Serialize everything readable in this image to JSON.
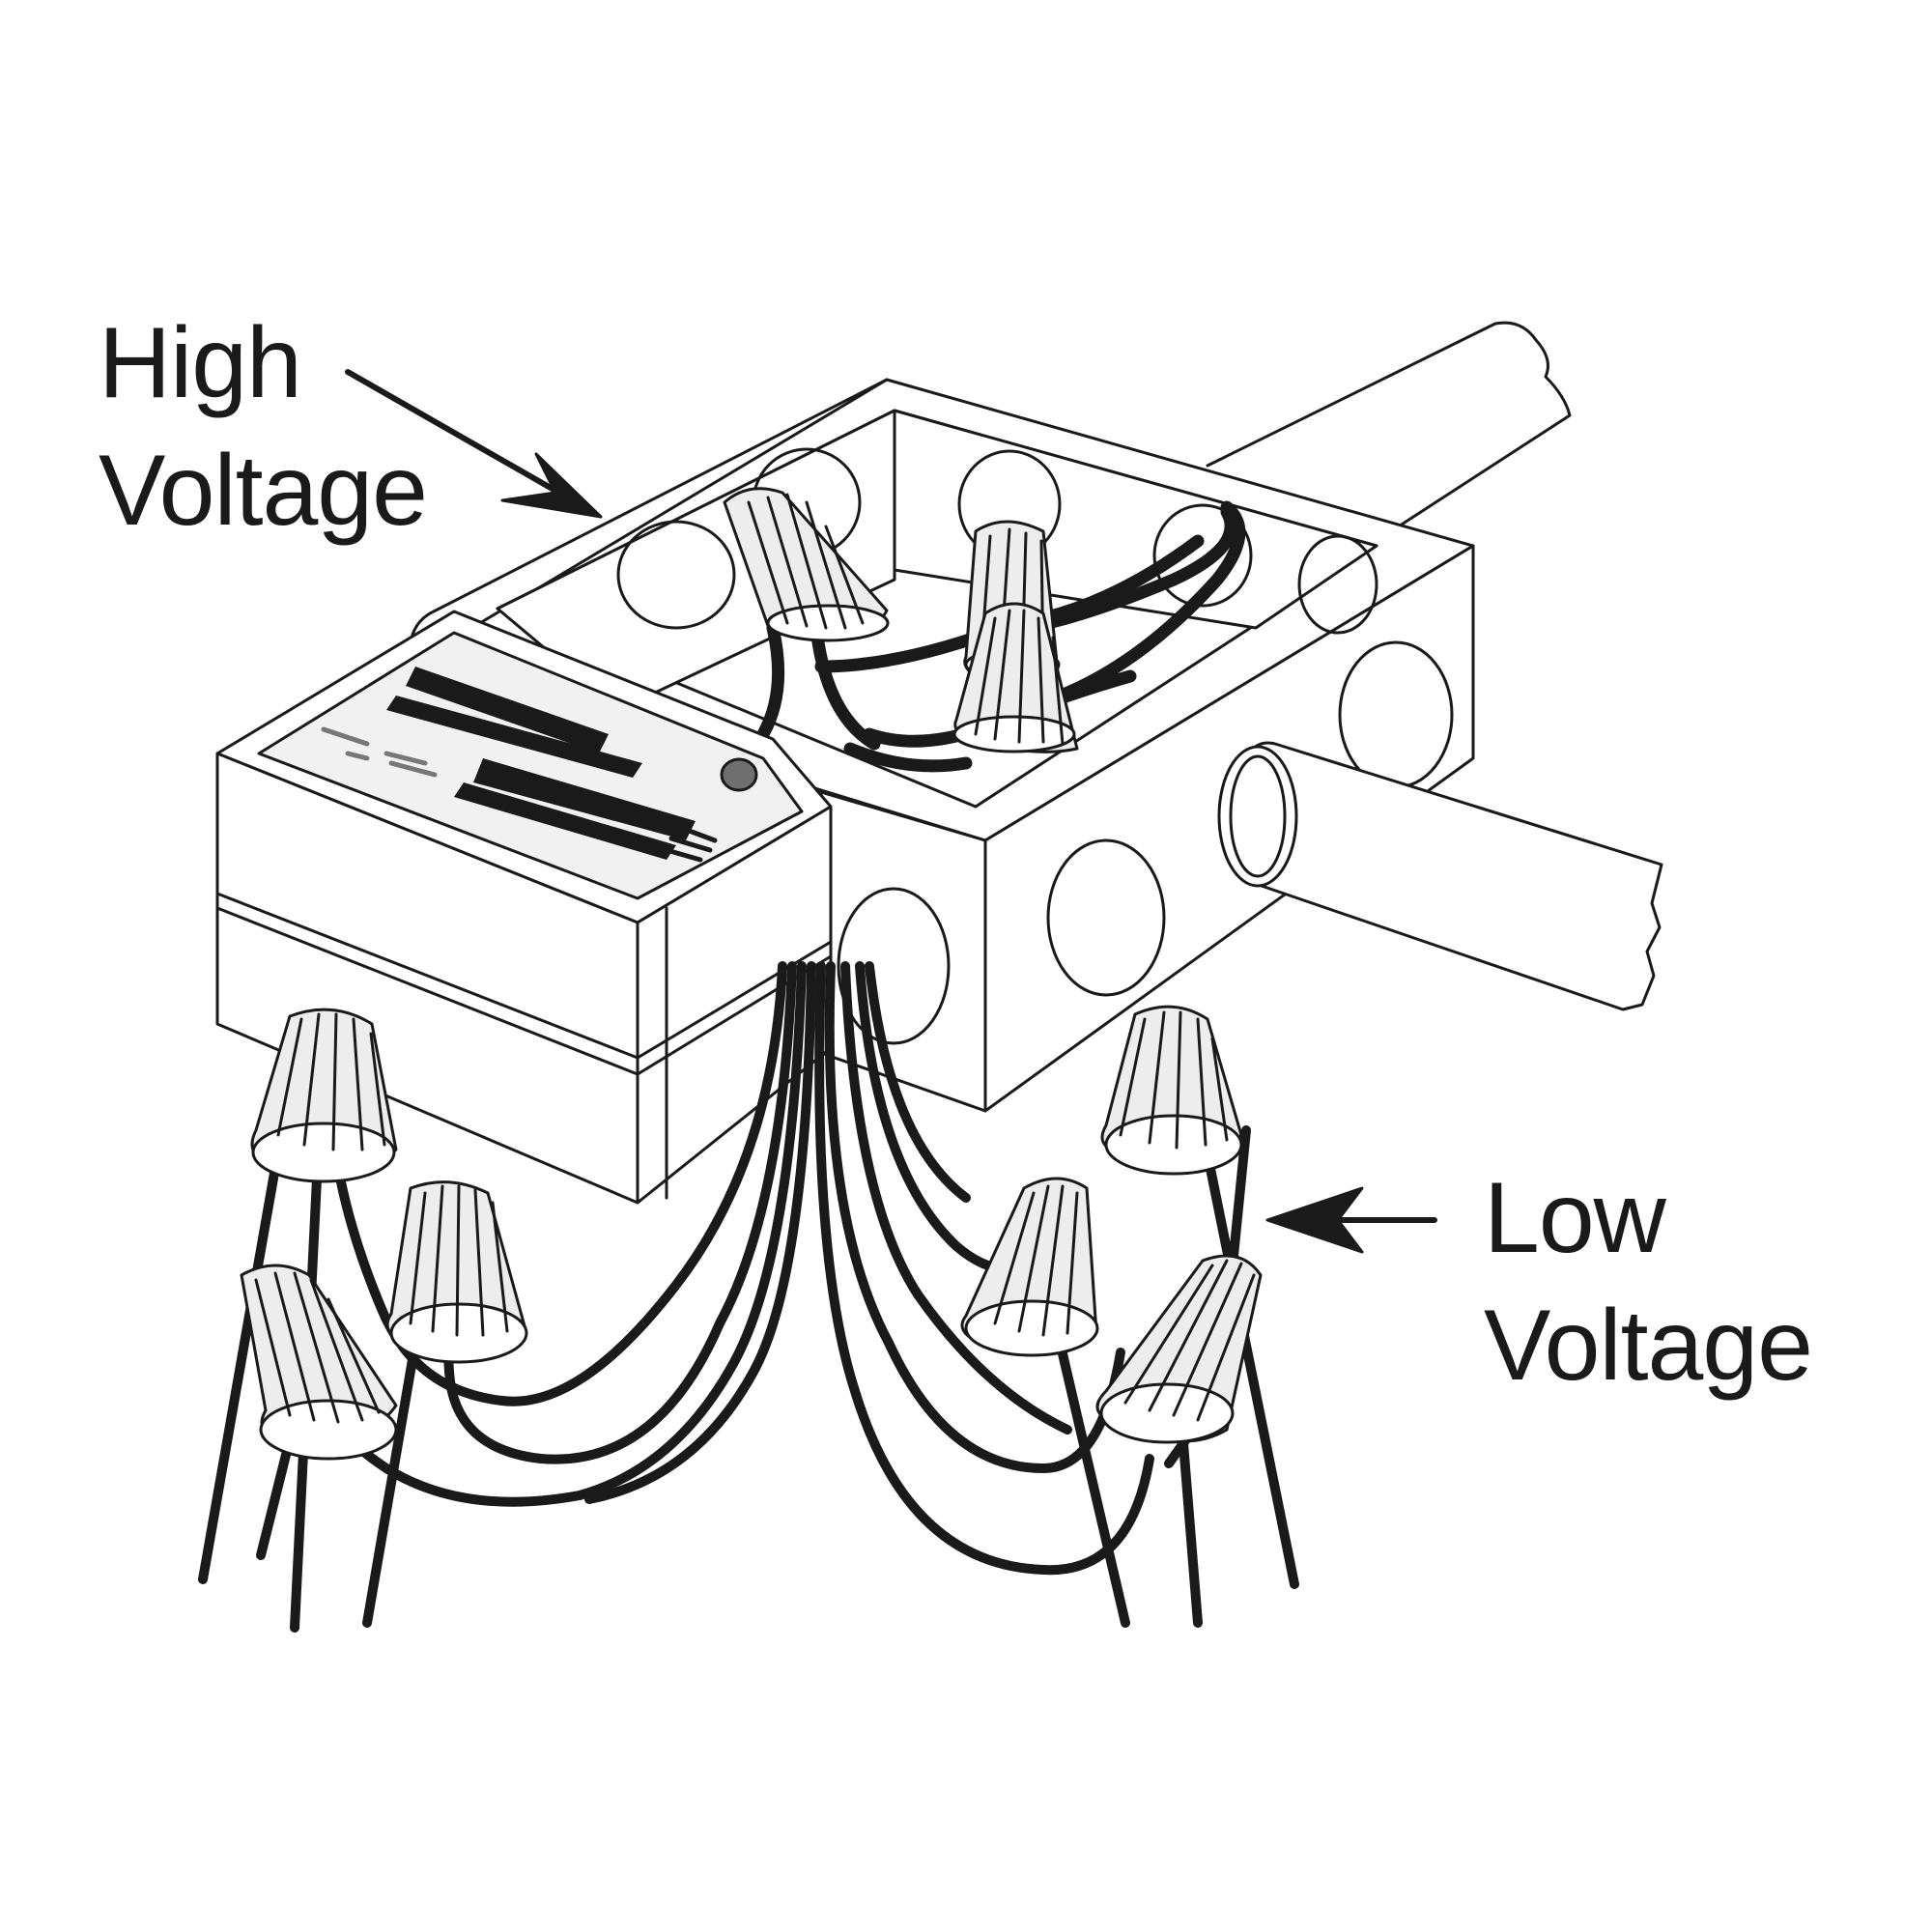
{
  "labels": {
    "high_line1": "High",
    "high_line2": "Voltage",
    "low_line1": "Low",
    "low_line2": "Voltage"
  },
  "colors": {
    "ink": "#1a1a1a",
    "background": "#ffffff",
    "plate": "#f1f1f1",
    "cap_fill": "#ededed"
  }
}
